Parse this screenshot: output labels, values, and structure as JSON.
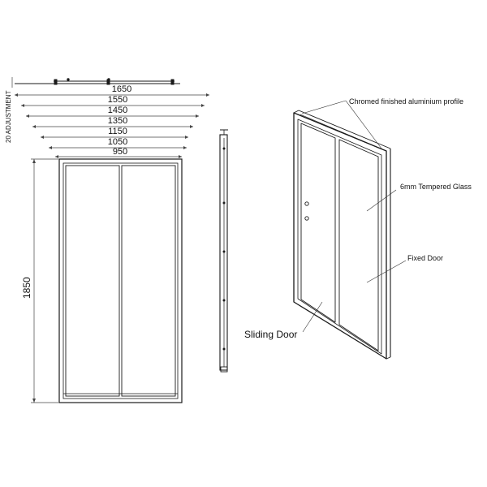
{
  "dimensions": {
    "adjustment": "20 ADJUSTMENT",
    "height": "1850",
    "widths": [
      "1650",
      "1550",
      "1450",
      "1350",
      "1150",
      "1050",
      "950"
    ]
  },
  "callouts": {
    "profile": "Chromed finished aluminium profile",
    "glass": "6mm Tempered Glass",
    "fixed_door": "Fixed Door",
    "sliding_door": "Sliding Door"
  },
  "colors": {
    "line": "#1a1a1a",
    "dim_line": "#444444"
  }
}
